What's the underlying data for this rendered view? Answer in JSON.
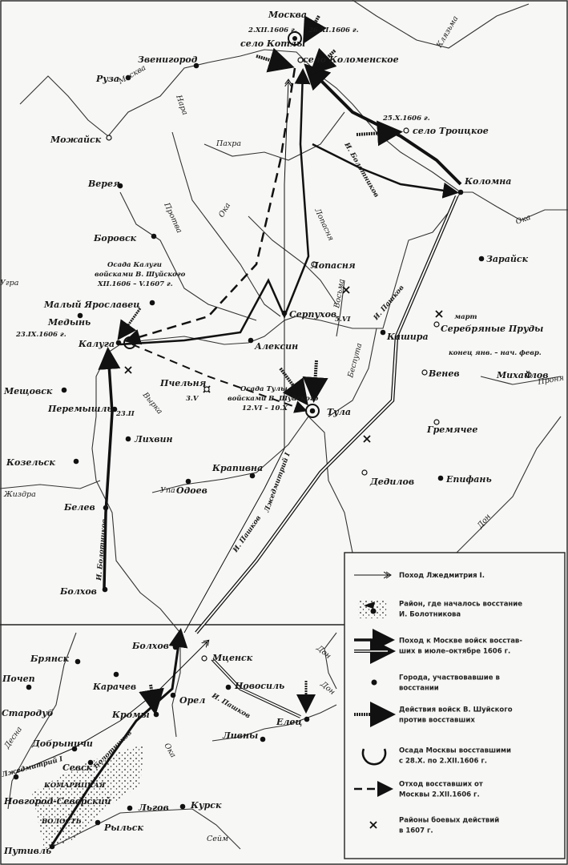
{
  "map": {
    "cities": [
      "Москва",
      "Звенигород",
      "Руза",
      "Можайск",
      "Верея",
      "Боровск",
      "Малый Ярославец",
      "Медынь",
      "Серпухов",
      "Лопасня",
      "Коломна",
      "село Троицкое",
      "Кашира",
      "Зарайск",
      "Серебряные Пруды",
      "Михайлов",
      "Венев",
      "Тула",
      "Алексин",
      "Калуга",
      "Пчельня",
      "Перемышль",
      "Лихвин",
      "Одоев",
      "Крапивна",
      "Дедилов",
      "Гремячее",
      "Епифань",
      "Белев",
      "Мещовск",
      "Козельск",
      "Болхов",
      "Болхов",
      "Брянск",
      "Почеп",
      "Стародуб",
      "Карачев",
      "Орел",
      "Кромы",
      "Мценск",
      "Новосиль",
      "Елец",
      "Ливны",
      "Добрыничи",
      "Севск",
      "Новгород-Северский",
      "Льгов",
      "Курск",
      "Рыльск",
      "Путивль",
      "село Котлы",
      "село Коломенское"
    ],
    "rivers": [
      "Москва",
      "Пахра",
      "Нара",
      "Протва",
      "Ока",
      "Клязьма",
      "Лопасня",
      "Восьма",
      "Беспута",
      "Упа",
      "Жиздра",
      "Вырка",
      "Дон",
      "Проня",
      "Ока",
      "Ока",
      "Десна",
      "Сейм",
      "Угра",
      "Дон",
      "Дон"
    ],
    "notes": [
      "2.XII.1606 г.",
      "26.XI.1606 г.",
      "25.X.1606 г.",
      "И. Болотников",
      "И. Пашков",
      "Осада Калуги",
      "войсками В. Шуйского",
      "XII.1606 – V.1607 г.",
      "23.IX.1606 г.",
      "23.II",
      "3.V",
      "Осада Тулы",
      "войсками В. Шуйского",
      "12.VI – 10.X",
      "5.VI",
      "март",
      "конец янв. – нач. февр.",
      "Лжедмитрий I",
      "И. Пашков",
      "И. Болотников",
      "Лжедмитрий I",
      "Болотников",
      "И. Пашков",
      "КОМАРИЦКАЯ",
      "ВОЛОСТЬ"
    ]
  },
  "legend": {
    "items": [
      {
        "icon": "double-chevron-arrow-icon",
        "text": [
          "Поход Лжедмитрия I."
        ]
      },
      {
        "icon": "uprising-area-icon",
        "text": [
          "Район, где началось восстание",
          "И. Болотникова"
        ]
      },
      {
        "icon": "rebel-march-arrow-icon",
        "text": [
          "Поход к Москве войск восстав-",
          "ших в июле–октябре 1606 г."
        ]
      },
      {
        "icon": "city-dot-icon",
        "text": [
          "Города, участвовавшие в",
          "восстании"
        ]
      },
      {
        "icon": "shuisky-arrow-icon",
        "text": [
          "Действия войск В. Шуйского",
          "против восставших"
        ]
      },
      {
        "icon": "siege-icon",
        "text": [
          "Осада Москвы восставшими",
          "с 28.X. по 2.XII.1606 г."
        ]
      },
      {
        "icon": "dashed-retreat-arrow-icon",
        "text": [
          "Отход восставших от",
          "Москвы 2.XII.1606 г."
        ]
      },
      {
        "icon": "battle-cross-icon",
        "text": [
          "Районы боевых действий",
          "в 1607 г."
        ]
      }
    ]
  },
  "colors": {
    "ink": "#1a1a1a",
    "paper": "#f7f7f5"
  }
}
